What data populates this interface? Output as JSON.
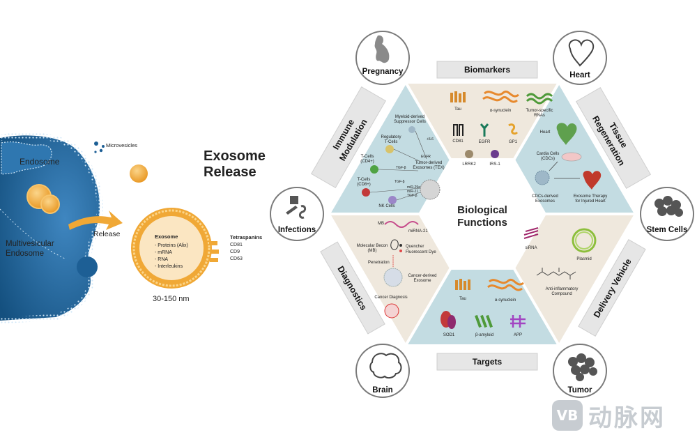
{
  "left": {
    "title_line1": "Exosome",
    "title_line2": "Release",
    "endosome": "Endosome",
    "microvesicles": "Microvesicles",
    "mve_line1": "Multivesicular",
    "mve_line2": "Endosome",
    "release": "Release",
    "exosome_heading": "Exosome",
    "exosome_items": [
      "- Proteins (Alix)",
      "- mRNA",
      "- RNA",
      "- Interleukins"
    ],
    "tetraspanins_heading": "Tetraspanins",
    "tetraspanins": [
      "CD81",
      "CD9",
      "CD63"
    ],
    "size": "30-150 nm"
  },
  "center": {
    "line1": "Biological",
    "line2": "Functions"
  },
  "tabs": {
    "top": "Biomarkers",
    "bottom": "Targets",
    "upper_left_line1": "Immune",
    "upper_left_line2": "Modulation",
    "upper_right_line1": "Tissue",
    "upper_right_line2": "Regeneration",
    "lower_left": "Diagnostics",
    "lower_right": "Delivery Vehicle"
  },
  "circles": {
    "pregnancy": "Pregnancy",
    "heart": "Heart",
    "infections": "Infections",
    "stem_cells": "Stem Cells",
    "brain": "Brain",
    "tumor": "Tumor"
  },
  "biomarkers": {
    "tau": "Tau",
    "asyn": "α-synuclein",
    "rna_line1": "Tumor-specific",
    "rna_line2": "RNAs",
    "cd81": "CD81",
    "egfr": "EGFR",
    "gp1": "GP1",
    "lrrk2": "LRRK2",
    "irs1": "IRS-1"
  },
  "immune": {
    "mdsc_line1": "Myeloid-derived",
    "mdsc_line2": "Suppressor Cells",
    "treg_line1": "Regulatory",
    "treg_line2": "T-Cells",
    "il6": "+IL6",
    "egfr": "EGFR",
    "tex_line1": "Tumor-derived",
    "tex_line2": "Exosomes (TEX)",
    "cd4_line1": "T-Cells",
    "cd4_line2": "(CD4+)",
    "tgfb1": "TGF-β",
    "tgfb2": "TGF-β",
    "cd8_line1": "T-Cells",
    "cd8_line2": "(CD8+)",
    "mir_line1": "miR-29a",
    "mir_line2": "miR-21",
    "mir_line3": "TGF-β",
    "nk": "NK Cells"
  },
  "tissue": {
    "heart": "Heart",
    "cdc_line1": "Cardia Cells",
    "cdc_line2": "(CDCs)",
    "cdcexo_line1": "CDCs-derived",
    "cdcexo_line2": "Exosomes",
    "therapy_line1": "Exosome Therapy",
    "therapy_line2": "for Injured Heart"
  },
  "diagnostics": {
    "mb": "MB",
    "mirna": "miRNA-21",
    "beacon_line1": "Molecular Becon",
    "beacon_line2": "(MB)",
    "quencher": "Quencher",
    "dye": "Fluorescent Dye",
    "penetration": "Penetration",
    "cancer_exo_line1": "Cancer-derived",
    "cancer_exo_line2": "Exosome",
    "cancer_diag": "Cancer Diagnosis"
  },
  "delivery": {
    "sirna": "siRNA",
    "plasmid": "Plasmid",
    "compound_line1": "Anti-inflammatory",
    "compound_line2": "Compound"
  },
  "targets": {
    "tau": "Tau",
    "asyn": "α-synuclein",
    "sod1": "SOD1",
    "bamyloid": "β-amyloid",
    "app": "APP"
  },
  "watermark": {
    "badge": "VB",
    "text": "动脉网"
  },
  "colors": {
    "endosome_blue": "#1d5f95",
    "exosome_orange": "#f0a836",
    "hex_teal": "#c3dce2",
    "hex_beige": "#efe8dd",
    "tab_gray": "#e6e6e6"
  }
}
